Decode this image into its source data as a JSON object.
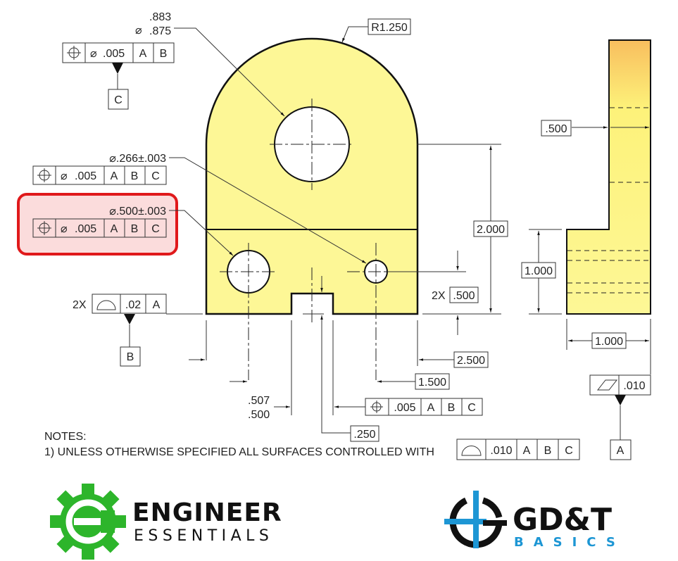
{
  "colors": {
    "part_fill": "#fdf796",
    "part_fill_top": "#f9c361",
    "outline": "#111111",
    "highlight_border": "#e0191b",
    "highlight_fill": "#fbdcdc",
    "ee_green": "#2db52b",
    "gdt_blue": "#1d96d4"
  },
  "front_view": {
    "large_hole": {
      "dia_upper": ".883",
      "dia_lower": ".875",
      "dia_symbol": "⌀",
      "fcf": {
        "symbol": "position",
        "dia": "⌀",
        "tol": ".005",
        "datums": [
          "A",
          "B"
        ]
      },
      "datum_label": "C"
    },
    "radius": "R1.250",
    "small_hole": {
      "size": "⌀.266±.003",
      "fcf": {
        "symbol": "position",
        "dia": "⌀",
        "tol": ".005",
        "datums": [
          "A",
          "B",
          "C"
        ]
      }
    },
    "medium_hole_highlighted": {
      "size": "⌀.500±.003",
      "fcf": {
        "symbol": "position",
        "dia": "⌀",
        "tol": ".005",
        "datums": [
          "A",
          "B",
          "C"
        ]
      }
    },
    "profile_fcf": {
      "count": "2X",
      "symbol": "profile-of-surface",
      "tol": ".02",
      "datums": [
        "A"
      ],
      "datum_label": "B"
    },
    "dims": {
      "height_2000": "2.000",
      "hole_height": ".500",
      "hole_height_count": "2X",
      "horiz_2500": "2.500",
      "horiz_1500": "1.500",
      "slot_upper": ".507",
      "slot_lower": ".500",
      "slot_depth": ".250"
    },
    "slot_fcf": {
      "symbol": "position",
      "tol": ".005",
      "datums": [
        "A",
        "B",
        "C"
      ]
    }
  },
  "side_view": {
    "thickness": ".500",
    "step_height": "1.000",
    "base_width": "1.000",
    "flatness_fcf": {
      "symbol": "flatness",
      "tol": ".010"
    },
    "datum_label": "A"
  },
  "notes": {
    "title": "NOTES:",
    "line1": "1) UNLESS OTHERWISE SPECIFIED ALL SURFACES CONTROLLED WITH",
    "fcf": {
      "symbol": "profile-of-surface",
      "tol": ".010",
      "datums": [
        "A",
        "B",
        "C"
      ]
    }
  },
  "logos": {
    "left": {
      "line1": "ENGINEER",
      "line2": "ESSENTIALS"
    },
    "right": {
      "line1": "GD&T",
      "line2": "BASICS"
    }
  }
}
